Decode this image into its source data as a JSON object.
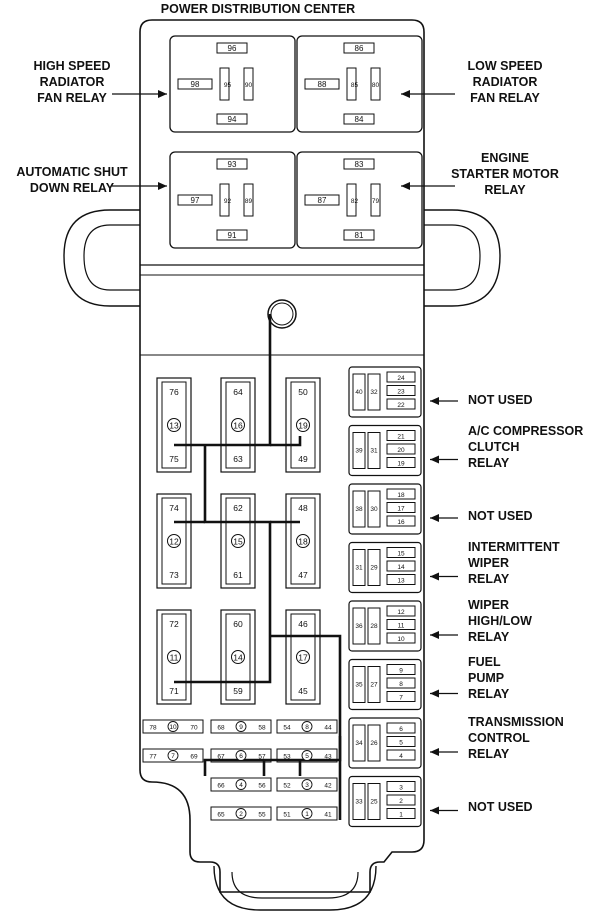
{
  "title": "POWER DISTRIBUTION CENTER",
  "relays_top": [
    {
      "label_lines": [
        "HIGH SPEED",
        "RADIATOR",
        "FAN RELAY"
      ],
      "pins": {
        "top": "96",
        "left": "98",
        "mid": "95",
        "right": "90",
        "bottom": "94"
      }
    },
    {
      "label_lines": [
        "LOW SPEED",
        "RADIATOR",
        "FAN RELAY"
      ],
      "pins": {
        "top": "86",
        "left": "88",
        "mid": "85",
        "right": "80",
        "bottom": "84"
      }
    },
    {
      "label_lines": [
        "AUTOMATIC SHUT",
        "DOWN RELAY"
      ],
      "pins": {
        "top": "93",
        "left": "97",
        "mid": "92",
        "right": "89",
        "bottom": "91"
      }
    },
    {
      "label_lines": [
        "ENGINE",
        "STARTER MOTOR",
        "RELAY"
      ],
      "pins": {
        "top": "83",
        "left": "87",
        "mid": "82",
        "right": "79",
        "bottom": "81"
      }
    }
  ],
  "fuse_blocks": [
    {
      "top": "76",
      "fuse": "13",
      "bottom": "75"
    },
    {
      "top": "64",
      "fuse": "16",
      "bottom": "63"
    },
    {
      "top": "50",
      "fuse": "19",
      "bottom": "49"
    },
    {
      "top": "74",
      "fuse": "12",
      "bottom": "73"
    },
    {
      "top": "62",
      "fuse": "15",
      "bottom": "61"
    },
    {
      "top": "48",
      "fuse": "18",
      "bottom": "47"
    },
    {
      "top": "72",
      "fuse": "11",
      "bottom": "71"
    },
    {
      "top": "60",
      "fuse": "14",
      "bottom": "59"
    },
    {
      "top": "46",
      "fuse": "17",
      "bottom": "45"
    }
  ],
  "mini_fuse_rows": [
    [
      {
        "l": "78",
        "f": "10",
        "r": "70"
      },
      {
        "l": "68",
        "f": "9",
        "r": "58"
      },
      {
        "l": "54",
        "f": "8",
        "r": "44"
      }
    ],
    [
      {
        "l": "77",
        "f": "7",
        "r": "69"
      },
      {
        "l": "67",
        "f": "6",
        "r": "57"
      },
      {
        "l": "53",
        "f": "5",
        "r": "43"
      }
    ],
    [
      {
        "l": "66",
        "f": "4",
        "r": "56"
      },
      {
        "l": "52",
        "f": "3",
        "r": "42"
      }
    ],
    [
      {
        "l": "65",
        "f": "2",
        "r": "55"
      },
      {
        "l": "51",
        "f": "1",
        "r": "41"
      }
    ]
  ],
  "side_relays": [
    {
      "a": "40",
      "b": "32",
      "pins": [
        "24",
        "23",
        "22"
      ],
      "label_lines": [
        "NOT USED"
      ]
    },
    {
      "a": "39",
      "b": "31",
      "pins": [
        "21",
        "20",
        "19"
      ],
      "label_lines": [
        "A/C COMPRESSOR",
        "CLUTCH",
        "RELAY"
      ]
    },
    {
      "a": "38",
      "b": "30",
      "pins": [
        "18",
        "17",
        "16"
      ],
      "label_lines": [
        "NOT USED"
      ]
    },
    {
      "a": "31",
      "b": "29",
      "pins": [
        "15",
        "14",
        "13"
      ],
      "label_lines": [
        "INTERMITTENT",
        "WIPER",
        "RELAY"
      ]
    },
    {
      "a": "36",
      "b": "28",
      "pins": [
        "12",
        "11",
        "10"
      ],
      "label_lines": [
        "WIPER",
        "HIGH/LOW",
        "RELAY"
      ]
    },
    {
      "a": "35",
      "b": "27",
      "pins": [
        "9",
        "8",
        "7"
      ],
      "label_lines": [
        "FUEL",
        "PUMP",
        "RELAY"
      ]
    },
    {
      "a": "34",
      "b": "26",
      "pins": [
        "6",
        "5",
        "4"
      ],
      "label_lines": [
        "TRANSMISSION",
        "CONTROL",
        "RELAY"
      ]
    },
    {
      "a": "33",
      "b": "25",
      "pins": [
        "3",
        "2",
        "1"
      ],
      "label_lines": [
        "NOT USED"
      ]
    }
  ]
}
